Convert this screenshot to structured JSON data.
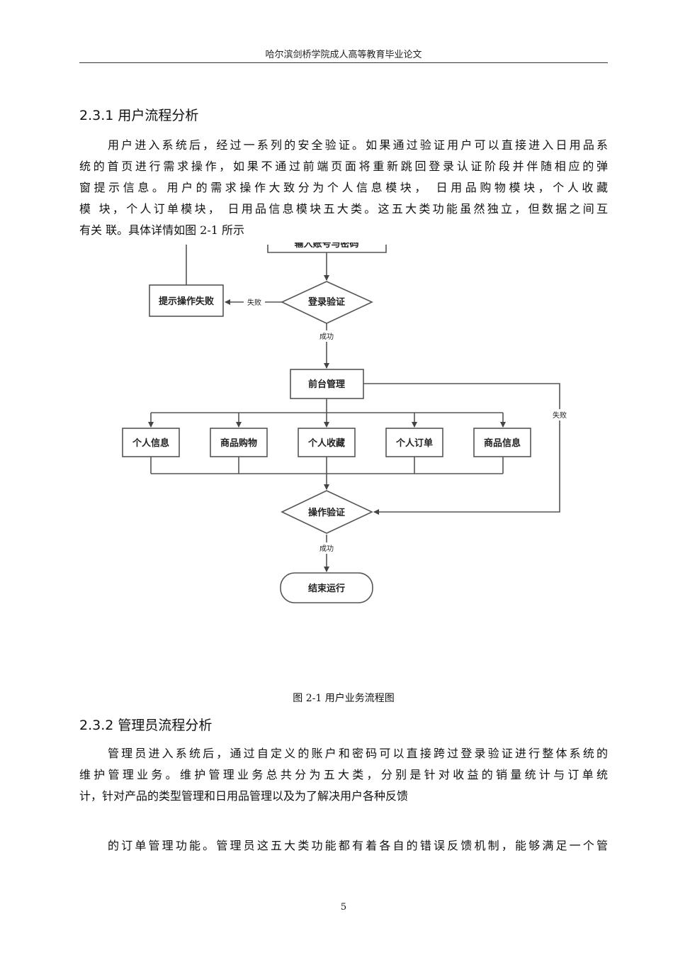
{
  "header": {
    "title": "哈尔滨剑桥学院成人高等教育毕业论文"
  },
  "section_user": {
    "heading": "2.3.1 用户流程分析",
    "lines": [
      "用户进入系统后，经过一系列的安全验证。如果通过验证用户可以直接进入日用品系",
      "统的首页进行需求操作，如果不通过前端页面将重新跳回登录认证阶段并伴随相应的弹",
      "窗提示信息。用户的需求操作大致分为个人信息模块，  日用品购物模块，个人收藏",
      "模  块，个人订单模块，  日用品信息模块五大类。这五大类功能虽然独立，但数据之间互",
      "有关  联。具体详情如图 2-1 所示"
    ]
  },
  "flowchart": {
    "top_box_text": "输入账号与密码",
    "fail_box": "提示操作失败",
    "login_check": "登录验证",
    "fail_label_1": "失败",
    "success_label_1": "成功",
    "frontend": "前台管理",
    "fail_label_2": "失败",
    "modules": [
      "个人信息",
      "商品购物",
      "个人收藏",
      "个人订单",
      "商品信息"
    ],
    "op_check": "操作验证",
    "success_label_2": "成功",
    "end": "结束运行"
  },
  "figure_caption": "图 2-1 用户业务流程图",
  "section_admin": {
    "heading": "2.3.2 管理员流程分析",
    "lines": [
      "管理员进入系统后，通过自定义的账户和密码可以直接跨过登录验证进行整体系统的",
      "维护管理业务。维护管理业务总共分为五大类，分别是针对收益的销量统计与订单统",
      "计，针对产品的类型管理和日用品管理以及为了解决用户各种反馈"
    ],
    "continuation": "的订单管理功能。管理员这五大类功能都有着各自的错误反馈机制，能够满足一个管"
  },
  "page_number": "5"
}
